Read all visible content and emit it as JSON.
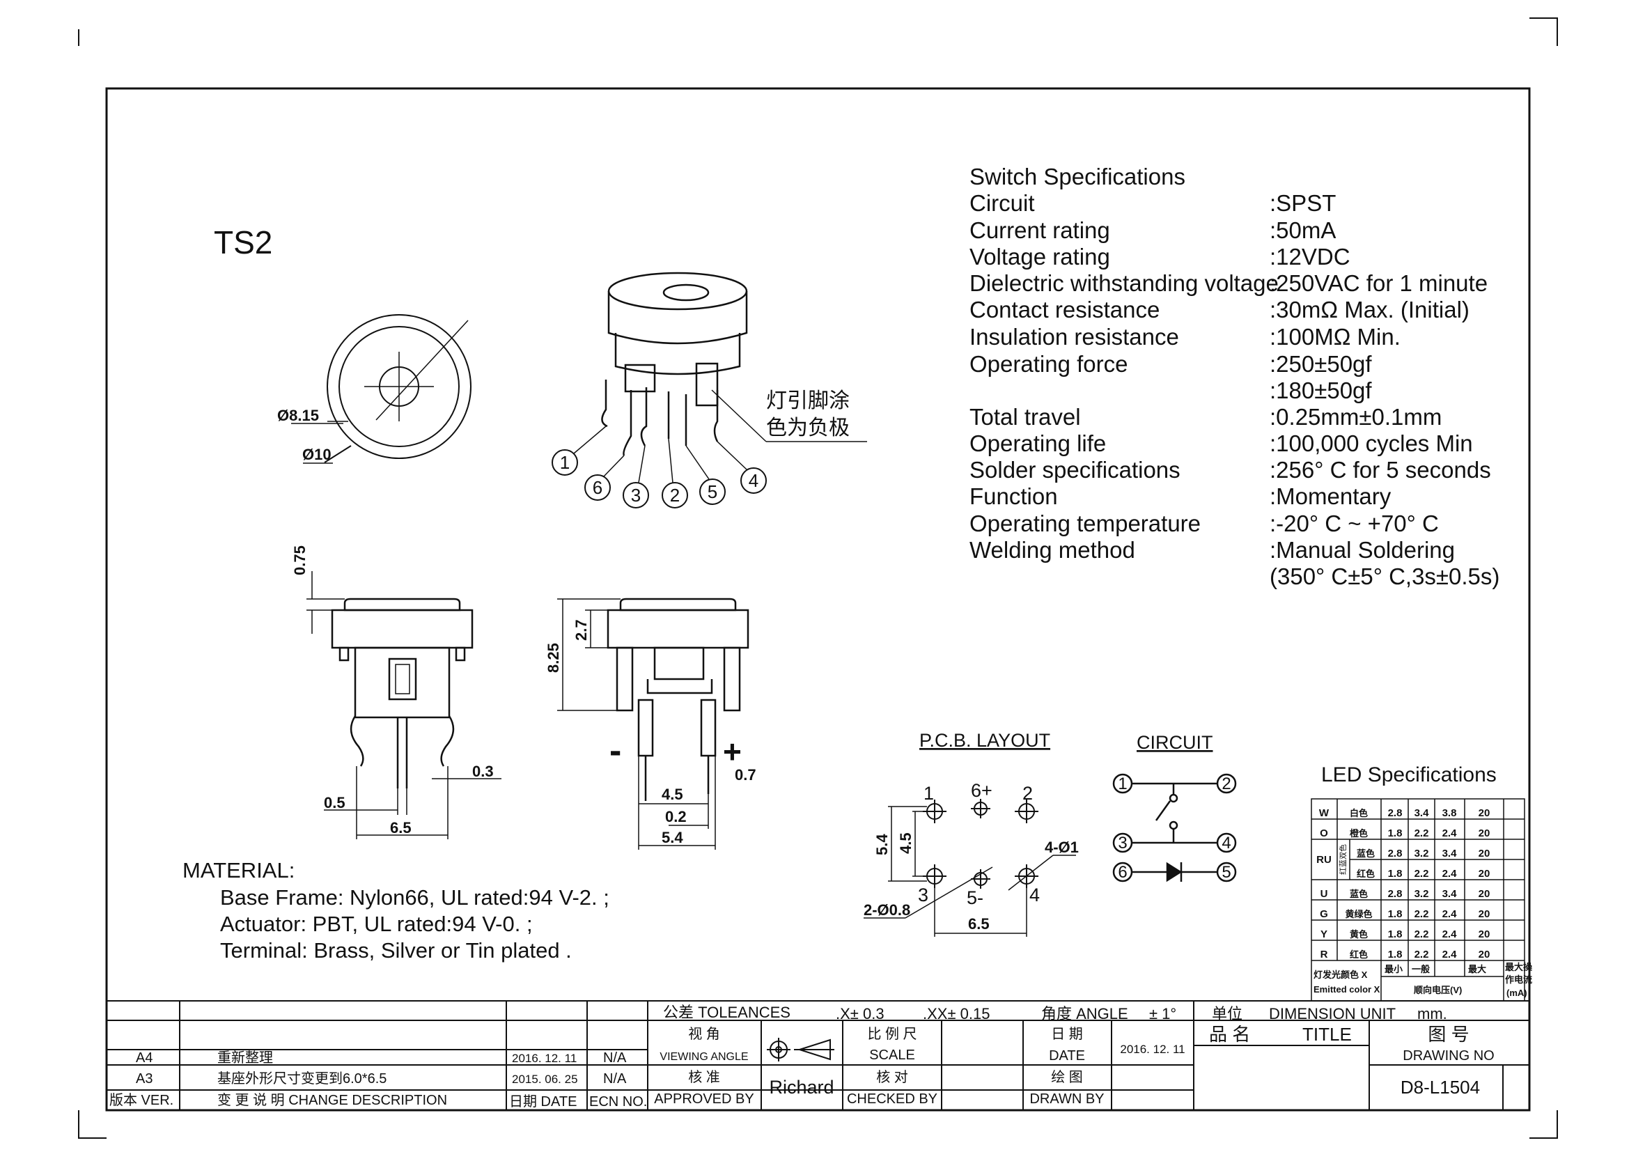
{
  "title": "TS2",
  "specs": {
    "heading": "Switch Specifications",
    "rows": [
      {
        "label": "Circuit",
        "value": ":SPST"
      },
      {
        "label": "Current rating",
        "value": ":50mA"
      },
      {
        "label": "Voltage rating",
        "value": ":12VDC"
      },
      {
        "label": "Dielectric withstanding voltage",
        "value": ":250VAC for 1 minute"
      },
      {
        "label": "Contact resistance",
        "value": ":30mΩ  Max. (Initial)"
      },
      {
        "label": "Insulation resistance",
        "value": ":100MΩ  Min."
      },
      {
        "label": "Operating force",
        "value": ":250±50gf"
      },
      {
        "label": "",
        "value": ":180±50gf"
      },
      {
        "label": "Total travel",
        "value": ":0.25mm±0.1mm"
      },
      {
        "label": "Operating life",
        "value": ":100,000 cycles Min"
      },
      {
        "label": "Solder specifications",
        "value": ":256° C for 5 seconds"
      },
      {
        "label": "Function",
        "value": ":Momentary"
      },
      {
        "label": "Operating temperature",
        "value": ":-20° C ~ +70° C"
      },
      {
        "label": "Welding method",
        "value": ":Manual Soldering"
      },
      {
        "label": "",
        "value": "(350° C±5° C,3s±0.5s)"
      }
    ]
  },
  "note": {
    "line1": "灯引脚涂",
    "line2": "色为负极"
  },
  "pins": [
    "1",
    "6",
    "3",
    "2",
    "5",
    "4"
  ],
  "top_view": {
    "d_inner": "Ø8.15",
    "d_outer": "Ø10"
  },
  "side_view": {
    "d_top": "0.75",
    "d_pin": "0.3",
    "d_offset": "0.5",
    "d_width": "6.5"
  },
  "front_view": {
    "d_27": "2.7",
    "d_825": "8.25",
    "d_45": "4.5",
    "d_02": "0.2",
    "d_54": "5.4",
    "d_07": "0.7",
    "minus": "-",
    "plus": "+"
  },
  "material": {
    "heading": "MATERIAL:",
    "lines": [
      "Base Frame: Nylon66, UL rated:94 V-2. ;",
      "Actuator: PBT, UL rated:94 V-0. ;",
      "Terminal: Brass, Silver or Tin plated ."
    ]
  },
  "pcb": {
    "title": "P.C.B. LAYOUT",
    "labels": {
      "p1": "1",
      "p6": "6+",
      "p2": "2",
      "p3": "3",
      "p5": "5-",
      "p4": "4"
    },
    "dims": {
      "h54": "5.4",
      "h45": "4.5",
      "hole4": "4-Ø1",
      "hole2": "2-Ø0.8",
      "w65": "6.5"
    }
  },
  "circuit": {
    "title": "CIRCUIT",
    "nodes": [
      "1",
      "2",
      "3",
      "4",
      "6",
      "5"
    ]
  },
  "led": {
    "title": "LED Specifications",
    "rows": [
      {
        "code": "W",
        "color": "白色",
        "min": "2.8",
        "typ": "3.4",
        "max": "3.8",
        "ma": "20"
      },
      {
        "code": "O",
        "color": "橙色",
        "min": "1.8",
        "typ": "2.2",
        "max": "2.4",
        "ma": "20"
      },
      {
        "code": "RU",
        "color": "蓝色",
        "min": "2.8",
        "typ": "3.2",
        "max": "3.4",
        "ma": "20"
      },
      {
        "code": "",
        "color": "红色",
        "min": "1.8",
        "typ": "2.2",
        "max": "2.4",
        "ma": "20"
      },
      {
        "code": "U",
        "color": "蓝色",
        "min": "2.8",
        "typ": "3.2",
        "max": "3.4",
        "ma": "20"
      },
      {
        "code": "G",
        "color": "黄绿色",
        "min": "1.8",
        "typ": "2.2",
        "max": "2.4",
        "ma": "20"
      },
      {
        "code": "Y",
        "color": "黄色",
        "min": "1.8",
        "typ": "2.2",
        "max": "2.4",
        "ma": "20"
      },
      {
        "code": "R",
        "color": "红色",
        "min": "1.8",
        "typ": "2.2",
        "max": "2.4",
        "ma": "20"
      }
    ],
    "ru_sub": "红蓝双色",
    "footer": {
      "label1": "灯发光颜色 X",
      "label2": "Emitted color X",
      "min": "最小",
      "typ": "一般",
      "max": "最大",
      "fwd": "顺向电压(V)",
      "maxcur1": "最大操",
      "maxcur2": "作电流",
      "maxcur3": "(mA)"
    }
  },
  "titleblock": {
    "tol_label": "公差 TOLEANCES",
    "tol_x": ".X± 0.3",
    "tol_xx": ".XX± 0.15",
    "angle_label": "角度 ANGLE",
    "angle_val": "± 1°",
    "unit_label": "单位",
    "unit_text": "DIMENSION UNIT",
    "unit_val": "mm.",
    "view_cn": "视 角",
    "view_en": "VIEWING ANGLE",
    "scale_cn": "比 例 尺",
    "scale_en": "SCALE",
    "date_cn": "日 期",
    "date_en": "DATE",
    "date_val": "2016. 12. 11",
    "name_cn": "品 名",
    "name_en": "TITLE",
    "no_cn": "图 号",
    "no_en": "DRAWING NO",
    "drawing_no": "D8-L1504",
    "approved_cn": "核 准",
    "approved_en": "APPROVED BY",
    "approver": "Richard",
    "checked_cn": "核 对",
    "checked_en": "CHECKED BY",
    "drawn_cn": "绘 图",
    "drawn_en": "DRAWN BY",
    "rev_rows": [
      {
        "ver": "A4",
        "desc": "重新整理",
        "date": "2016. 12. 11",
        "ecn": "N/A"
      },
      {
        "ver": "A3",
        "desc": "基座外形尺寸变更到6.0*6.5",
        "date": "2015. 06. 25",
        "ecn": "N/A"
      }
    ],
    "hdr_ver": "版本 VER.",
    "hdr_desc": "变 更 说 明  CHANGE DESCRIPTION",
    "hdr_date": "日期 DATE",
    "hdr_ecn": "ECN NO."
  }
}
